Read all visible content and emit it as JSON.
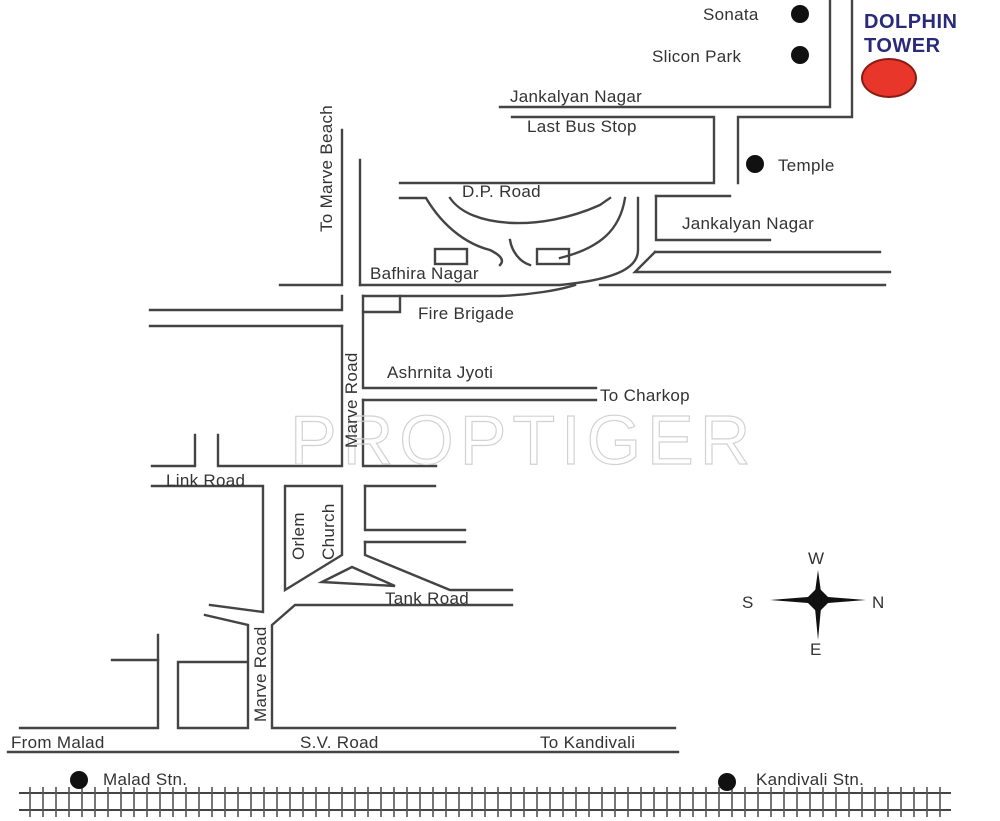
{
  "map": {
    "destination": {
      "line1": "DOLPHIN",
      "line2": "TOWER",
      "marker_color": "#e8362b",
      "text_color": "#2a2a7a"
    },
    "watermark": "PROPTIGER",
    "landmarks": {
      "sonata": "Sonata",
      "silicon_park": "Slicon Park",
      "temple": "Temple",
      "malad_stn": "Malad Stn.",
      "kandivali_stn": "Kandivali Stn."
    },
    "roads": {
      "jankalyan_nagar_top": "Jankalyan Nagar",
      "last_bus_stop": "Last Bus Stop",
      "dp_road": "D.P. Road",
      "jankalyan_nagar_right": "Jankalyan Nagar",
      "bafhira_nagar": "Bafhira Nagar",
      "to_marve_beach": "To Marve Beach",
      "fire_brigade": "Fire Brigade",
      "ashrnita_jyoti": "Ashrnita Jyoti",
      "to_charkop": "To Charkop",
      "marve_road_upper": "Marve Road",
      "link_road": "Link Road",
      "orlem": "Orlem",
      "church": "Church",
      "tank_road": "Tank Road",
      "marve_road_lower": "Marve Road",
      "from_malad": "From Malad",
      "sv_road": "S.V. Road",
      "to_kandivali": "To Kandivali"
    },
    "compass": {
      "north": "N",
      "south": "S",
      "east": "E",
      "west": "W"
    }
  }
}
